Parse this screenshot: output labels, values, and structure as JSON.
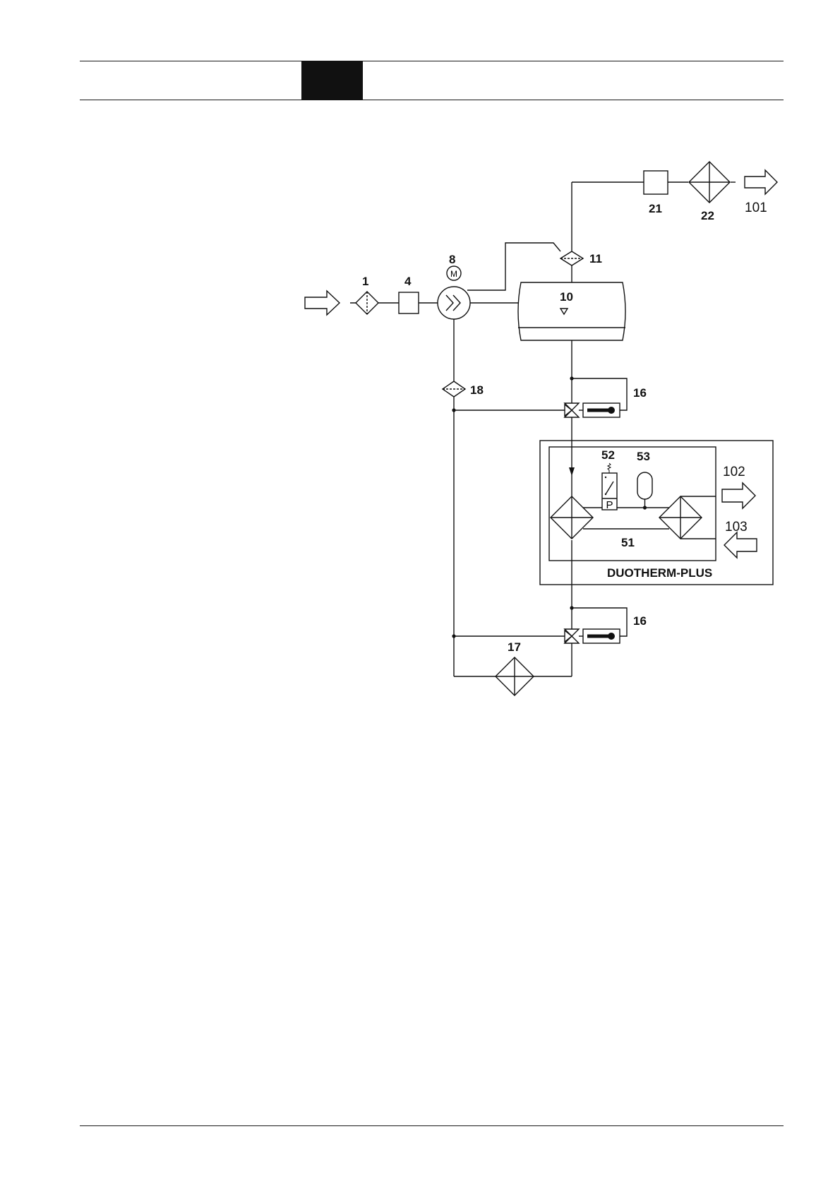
{
  "labels": {
    "filter_1": "1",
    "item_4": "4",
    "motor_8": "8",
    "tank_10": "10",
    "filter_11": "11",
    "item_21": "21",
    "cooler_22": "22",
    "outlet_101": "101",
    "valve_16_top": "16",
    "filter_18": "18",
    "switch_52": "52",
    "vessel_53": "53",
    "outlet_102": "102",
    "inlet_103": "103",
    "line_51": "51",
    "module_title": "DUOTHERM-PLUS",
    "valve_16_bottom": "16",
    "cooler_17": "17"
  },
  "glyphs": {
    "motor_symbol": "M",
    "pressure_symbol": "P"
  }
}
